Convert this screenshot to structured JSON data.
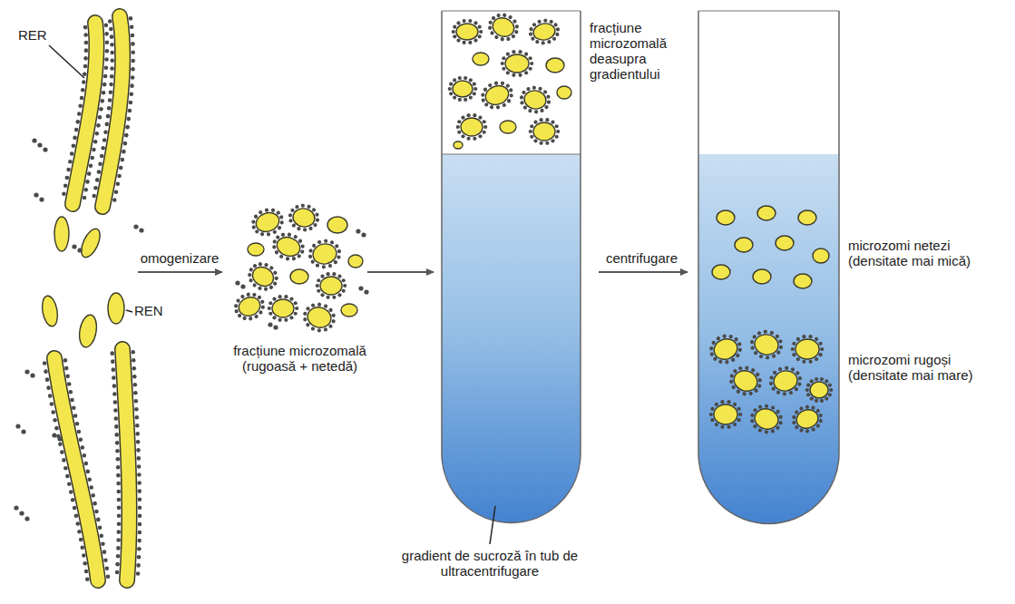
{
  "diagram": {
    "labels": [
      "RER",
      "REN",
      "omogenizare",
      "fracțiune microzomală (rugoasă + netedă)",
      "fracțiune microzomală deasupra gradientului",
      "centrifugare",
      "microzomi netezi (densitate mai mică)",
      "microzomi rugoși (densitate mai mare)",
      "gradient de sucroză în tub de ultracentrifugare"
    ]
  }
}
